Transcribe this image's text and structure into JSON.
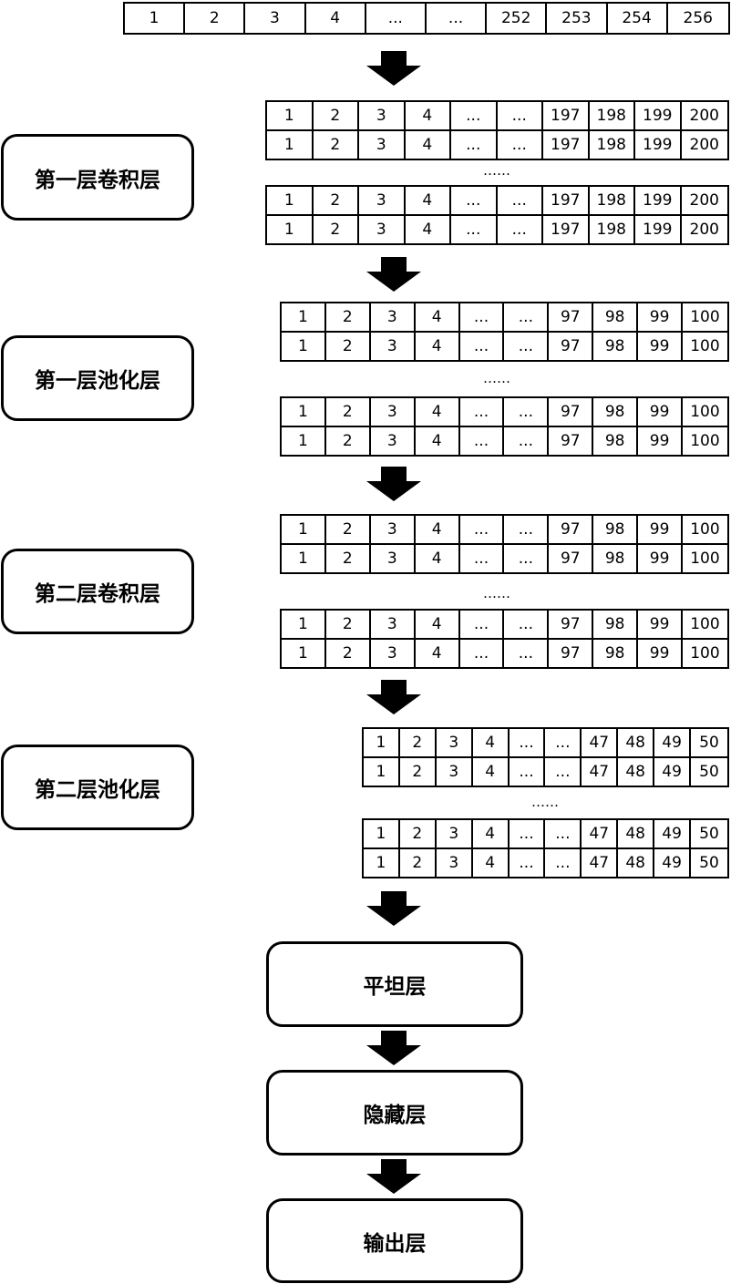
{
  "input": {
    "cells": [
      "1",
      "2",
      "3",
      "4",
      "...",
      "...",
      "252",
      "253",
      "254",
      "256"
    ]
  },
  "conv1": {
    "label": "第一层卷积层",
    "cells": [
      "1",
      "2",
      "3",
      "4",
      "...",
      "...",
      "197",
      "198",
      "199",
      "200"
    ],
    "dots": "……"
  },
  "pool1": {
    "label": "第一层池化层",
    "cells": [
      "1",
      "2",
      "3",
      "4",
      "...",
      "...",
      "97",
      "98",
      "99",
      "100"
    ],
    "dots": "……"
  },
  "conv2": {
    "label": "第二层卷积层",
    "cells": [
      "1",
      "2",
      "3",
      "4",
      "...",
      "...",
      "97",
      "98",
      "99",
      "100"
    ],
    "dots": "……"
  },
  "pool2": {
    "label": "第二层池化层",
    "cells": [
      "1",
      "2",
      "3",
      "4",
      "...",
      "...",
      "47",
      "48",
      "49",
      "50"
    ],
    "dots": "……"
  },
  "flatten": {
    "label": "平坦层"
  },
  "hidden": {
    "label": "隐藏层"
  },
  "output": {
    "label": "输出层"
  },
  "colors": {
    "stroke": "#000000",
    "fill": "#ffffff"
  }
}
